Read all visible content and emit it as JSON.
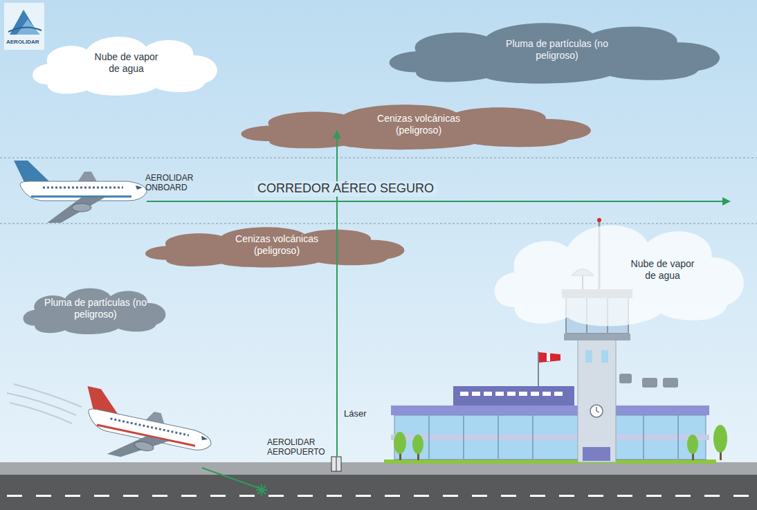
{
  "diagram": {
    "nodes": [
      {
        "text": [
          "Nube de vapor de agua"
        ]
      },
      {
        "text": [
          "Pluma de partículas (no peligroso)"
        ]
      },
      {
        "text": [
          "Cenizas volcánicas (peligroso)"
        ]
      },
      {
        "text": [
          "Cenizas volcánicas (peligroso)"
        ]
      },
      {
        "text": [
          "Pluma de partículas (no peligroso)"
        ]
      },
      {
        "text": [
          "Nube de vapor de agua"
        ]
      }
    ],
    "labels": [
      "AEROLIDAR",
      "AEROLIDAR ONBOARD",
      "CORREDOR AÉREO SEGURO",
      "Láser",
      "AEROLIDAR AEROPUERTO"
    ]
  }
}
